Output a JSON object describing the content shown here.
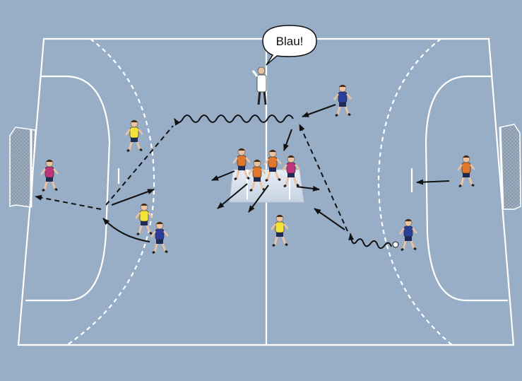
{
  "colors": {
    "background": "#98aec7",
    "court_lines": "#ffffff",
    "team_blue": "#2b3e9b",
    "team_orange": "#e0772a",
    "team_yellow": "#f3e23a",
    "keeper_magenta": "#c0357a",
    "arrows": "#111111",
    "bench_box": "#dfe6f0"
  },
  "referee": {
    "callout": "Blau!",
    "role": "referee"
  },
  "players": [
    {
      "team": "blue",
      "role": "player-top-right"
    },
    {
      "team": "blue",
      "role": "player-ball-carrier"
    },
    {
      "team": "blue",
      "role": "player-left-wing"
    },
    {
      "team": "yellow",
      "role": "player-left-back"
    },
    {
      "team": "yellow",
      "role": "player-left-pivot"
    },
    {
      "team": "yellow",
      "role": "player-center"
    },
    {
      "team": "magenta",
      "role": "goalkeeper-left"
    },
    {
      "team": "orange",
      "role": "player-bench-1"
    },
    {
      "team": "orange",
      "role": "player-bench-2"
    },
    {
      "team": "orange",
      "role": "player-bench-3"
    },
    {
      "team": "magenta",
      "role": "player-bench-4"
    },
    {
      "team": "orange",
      "role": "player-right"
    }
  ],
  "icons": {
    "ball": "ball-icon",
    "goal": "goal-net-icon",
    "arrow": "arrow-icon"
  }
}
